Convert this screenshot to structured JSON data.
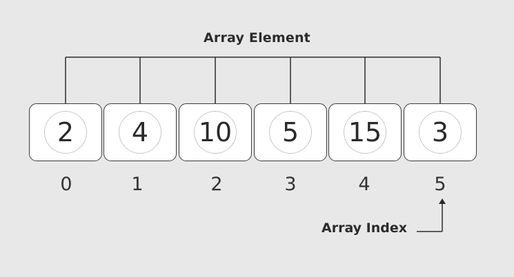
{
  "diagram": {
    "top_label": "Array Element",
    "bottom_label": "Array Index",
    "elements": [
      {
        "value": "2",
        "index": "0"
      },
      {
        "value": "4",
        "index": "1"
      },
      {
        "value": "10",
        "index": "2"
      },
      {
        "value": "5",
        "index": "3"
      },
      {
        "value": "15",
        "index": "4"
      },
      {
        "value": "3",
        "index": "5"
      }
    ],
    "colors": {
      "background": "#e8e8e8",
      "line": "#2a2a2a",
      "box": "#ffffff",
      "text": "#2a2a2a"
    }
  }
}
